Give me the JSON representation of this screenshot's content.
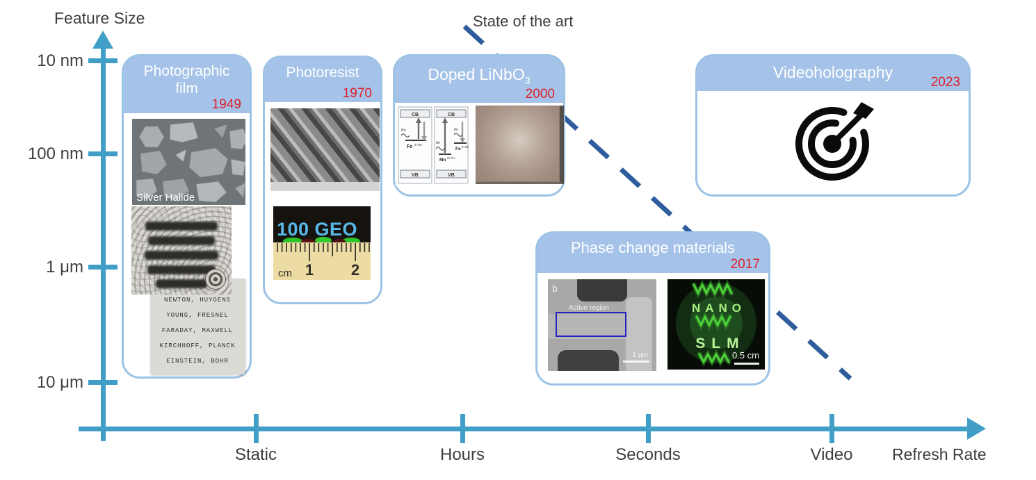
{
  "axes": {
    "y": {
      "title": "Feature Size",
      "ticks": [
        "10 nm",
        "100 nm",
        "1 μm",
        "10 μm"
      ]
    },
    "x": {
      "title": "Refresh Rate",
      "ticks": [
        "Static",
        "Hours",
        "Seconds",
        "Video"
      ]
    }
  },
  "annotations": {
    "state_of_the_art": "State of the art"
  },
  "colors": {
    "axis": "#419fc7",
    "card_border": "#9cc3e6",
    "card_header": "#a5c2e8",
    "year_red": "#e0202a",
    "dashed_line": "#2e5c9c"
  },
  "cards": [
    {
      "title_line1": "Photographic",
      "title_line2": "film",
      "year": "1949",
      "silver_halide_label": "Silver Halide",
      "scientists": [
        "NEWTON, HUYGENS",
        "YOUNG, FRESNEL",
        "FARADAY, MAXWELL",
        "KIRCHHOFF, PLANCK",
        "EINSTEIN, BOHR"
      ]
    },
    {
      "title": "Photoresist",
      "year": "1970",
      "hologram_text": "100 GEO",
      "ruler_unit": "cm",
      "ruler_marks": [
        "1",
        "2"
      ]
    },
    {
      "title_main": "Doped LiNbO",
      "title_sub": "3",
      "year": "2000",
      "diagram": {
        "cb": "CB",
        "vb": "VB",
        "fe_level": "Fe",
        "mn_level": "Mn",
        "valence": "2+/3+",
        "photon": "hν"
      }
    },
    {
      "title": "Phase change materials",
      "year": "2017",
      "sem": {
        "panel_label": "b",
        "region_label": "Active region",
        "scale_label": "1 μm"
      },
      "hologram": {
        "word1": "NANO",
        "word2": "SLM",
        "scale_label": "0.5 cm"
      }
    },
    {
      "title": "Videoholography",
      "year": "2023"
    }
  ]
}
